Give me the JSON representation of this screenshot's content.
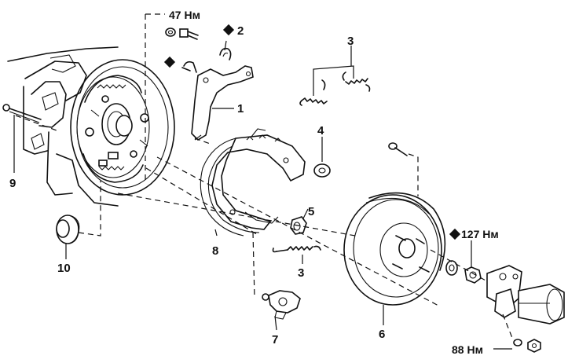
{
  "callouts": {
    "c1": "1",
    "c2": "2",
    "c3a": "3",
    "c3b": "3",
    "c4": "4",
    "c5": "5",
    "c6": "6",
    "c7": "7",
    "c8": "8",
    "c9": "9",
    "c10": "10"
  },
  "torques": {
    "t47": "47 Нм",
    "t127": "127 Нм",
    "t88": "88 Нм"
  },
  "colors": {
    "ink": "#111111",
    "paper": "#ffffff"
  },
  "icons": {
    "replace_marker": "diamond-icon"
  }
}
